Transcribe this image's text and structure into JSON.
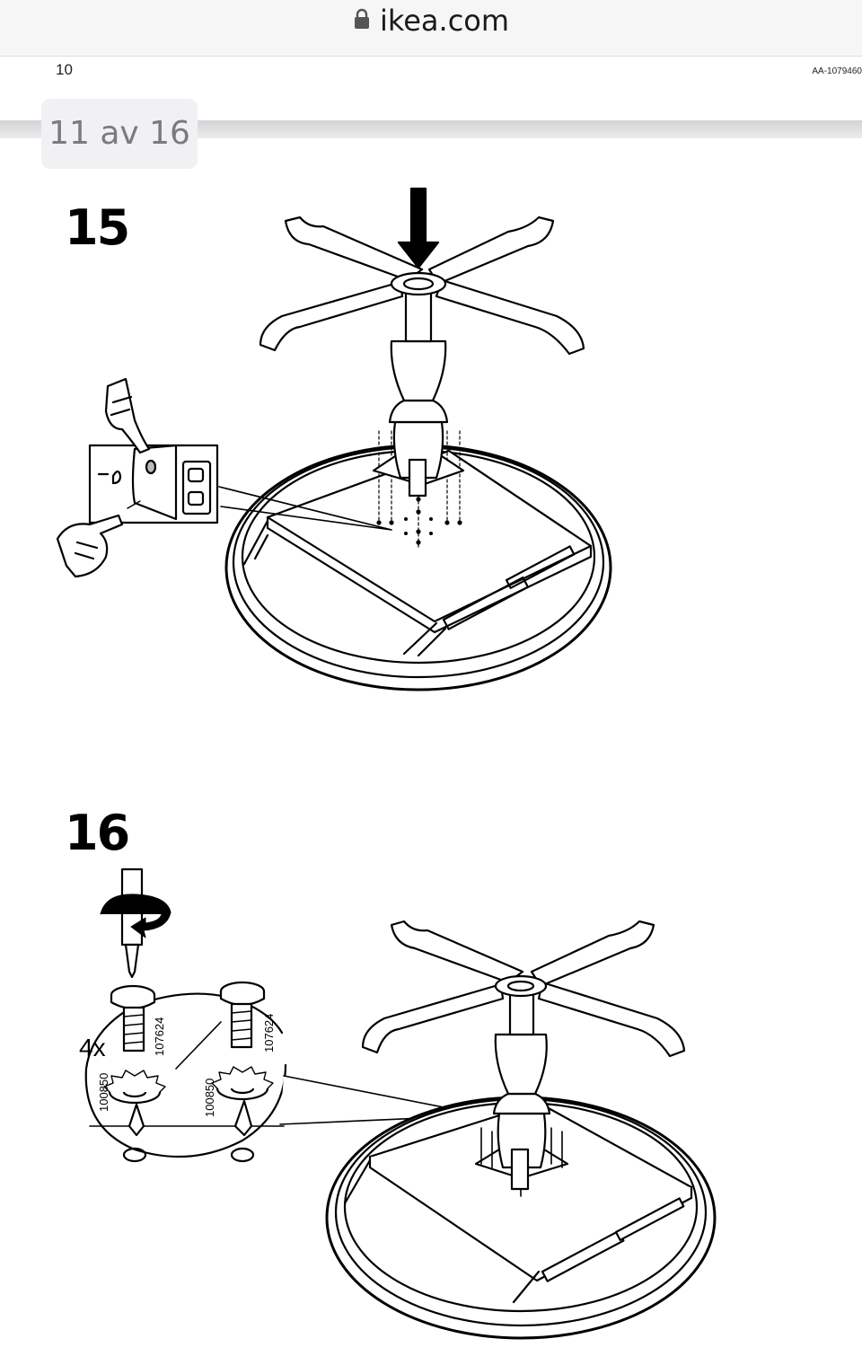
{
  "browser": {
    "domain": "ikea.com",
    "lock_icon": "lock-icon"
  },
  "page": {
    "page_number": "10",
    "document_code": "AA-1079460",
    "indicator": "11 av 16"
  },
  "steps": [
    {
      "number": "15"
    },
    {
      "number": "16",
      "quantity": "4x",
      "screw_part": "107624",
      "washer_part": "100850"
    }
  ],
  "colors": {
    "line": "#000000",
    "toolbar_bg": "#f6f6f7",
    "indicator_text": "#7b7b7e"
  }
}
